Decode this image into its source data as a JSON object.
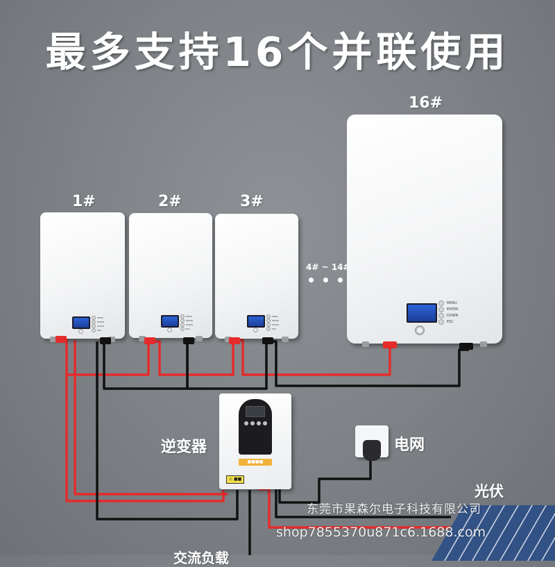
{
  "headline": "最多支持16个并联使用",
  "units": [
    {
      "label": "1#"
    },
    {
      "label": "2#"
    },
    {
      "label": "3#"
    },
    {
      "label": "16#"
    }
  ],
  "middle": {
    "label": "4# ~ 14#"
  },
  "battery_buttons": [
    "MENU",
    "ENTER",
    "DOWN",
    "ESC"
  ],
  "inverter": {
    "label": "逆变器",
    "brand_text": "■■■■",
    "warning_text": "⚠ ■■"
  },
  "grid": {
    "label": "电网"
  },
  "solar": {
    "label": "光伏"
  },
  "bottom_partial": {
    "label": "交流负载"
  },
  "watermark": {
    "company": "东莞市果森尔电子科技有限公司",
    "shop": "shop7855370u871c6.1688.com"
  },
  "colors": {
    "wire_red": "#e52b2b",
    "wire_black": "#111111",
    "screen_blue": "#2a63d6",
    "background": "#7d8185"
  }
}
